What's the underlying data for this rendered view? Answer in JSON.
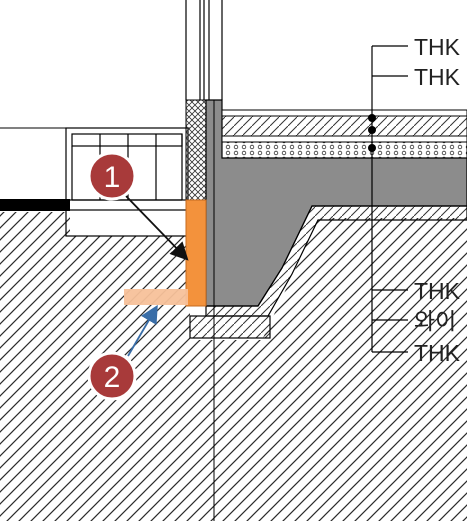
{
  "annotations": {
    "labels": [
      "THK",
      "THK",
      "THK",
      "와이",
      "THK"
    ]
  },
  "markers": [
    {
      "number": "1"
    },
    {
      "number": "2"
    }
  ],
  "colors": {
    "soil_hatch": "#2b2b2b",
    "concrete": "#8c8c8c",
    "insulation_highlight": "#f3923c",
    "footing_highlight": "#f7c19a",
    "marker_fill": "#a83a3a",
    "arrow_1": "#111111",
    "arrow_2": "#3a6ea8"
  }
}
